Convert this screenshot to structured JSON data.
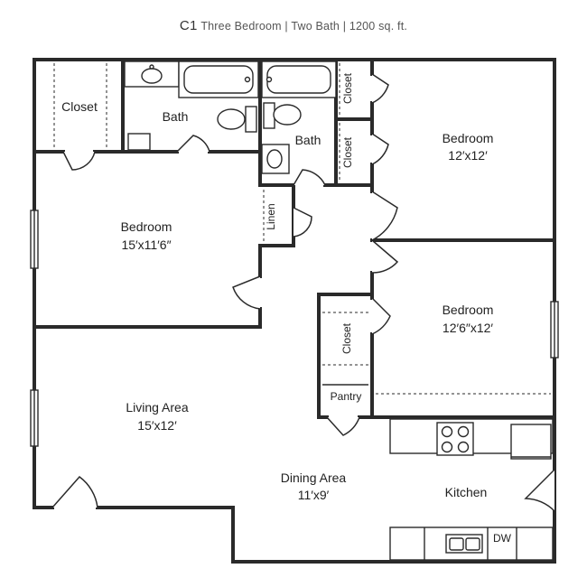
{
  "title": {
    "unit": "C1",
    "rest": "Three Bedroom | Two Bath | 1200 sq. ft."
  },
  "rooms": {
    "closet_top_left": "Closet",
    "bath_1": "Bath",
    "bath_2": "Bath",
    "closet_mid_a": "Closet",
    "closet_mid_b": "Closet",
    "bedroom_ne_name": "Bedroom",
    "bedroom_ne_size": "12′x12′",
    "linen": "Linen",
    "bedroom_w_name": "Bedroom",
    "bedroom_w_size": "15′x11′6″",
    "bedroom_e_name": "Bedroom",
    "bedroom_e_size": "12′6″x12′",
    "closet_center": "Closet",
    "pantry": "Pantry",
    "living_name": "Living Area",
    "living_size": "15′x12′",
    "dining_name": "Dining Area",
    "dining_size": "11′x9′",
    "kitchen": "Kitchen",
    "dw": "DW"
  }
}
